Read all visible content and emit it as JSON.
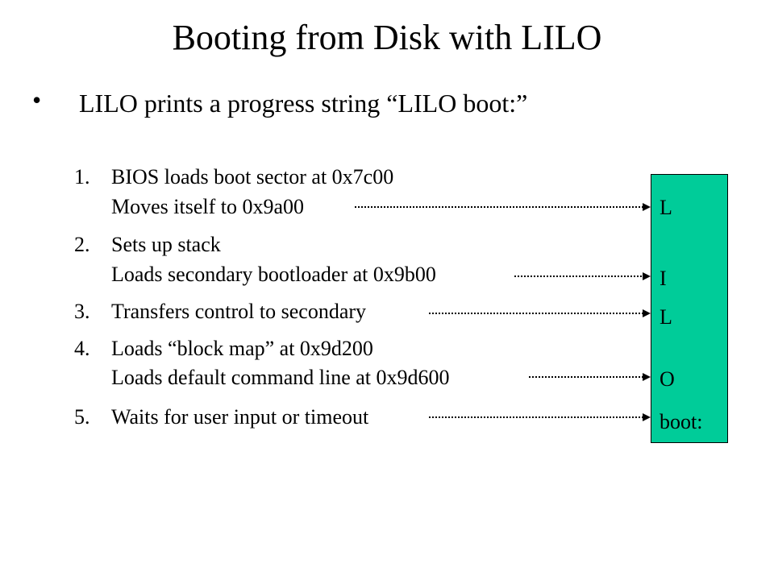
{
  "slide": {
    "title": "Booting from Disk with LILO",
    "bullet": {
      "symbol": "•",
      "text": "LILO prints a progress string  “LILO boot:”"
    },
    "steps": [
      {
        "number": "1.",
        "lines": [
          "BIOS loads boot sector at 0x7c00",
          "Moves itself to 0x9a00"
        ]
      },
      {
        "number": "2.",
        "lines": [
          "Sets up stack",
          "Loads secondary bootloader at 0x9b00"
        ]
      },
      {
        "number": "3.",
        "lines": [
          "Transfers control to secondary"
        ]
      },
      {
        "number": "4.",
        "lines": [
          "Loads “block map” at 0x9d200",
          "Loads default command line at 0x9d600"
        ]
      },
      {
        "number": "5.",
        "lines": [
          "Waits for user input or timeout"
        ]
      }
    ],
    "progress_box": {
      "color": "#00cc99",
      "labels": [
        "L",
        "I",
        "L",
        "O",
        "boot:"
      ]
    }
  }
}
